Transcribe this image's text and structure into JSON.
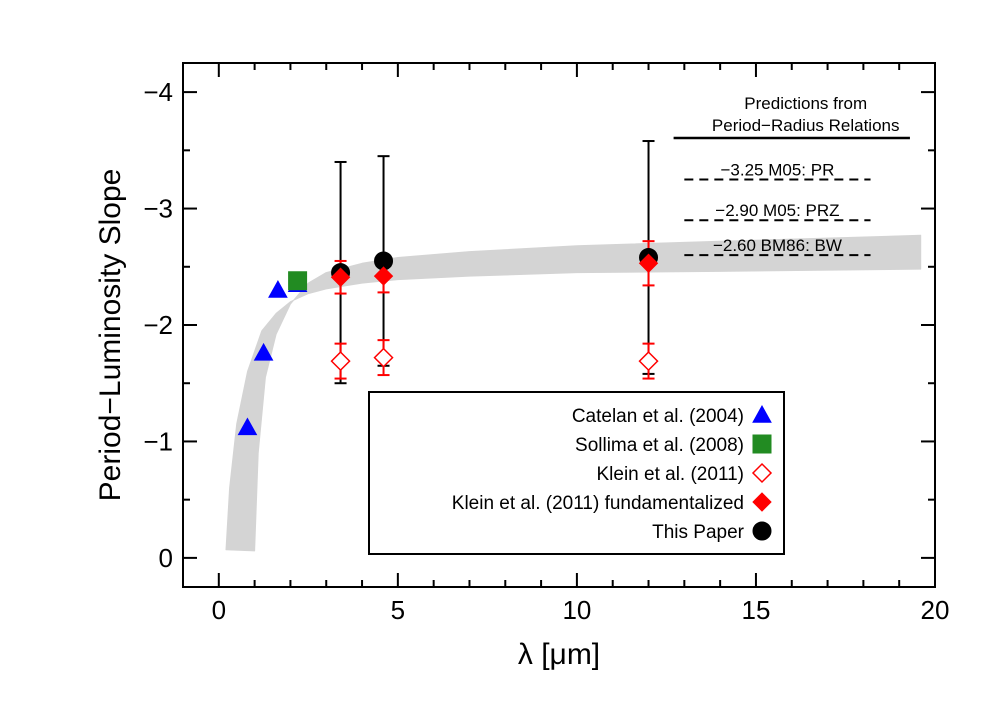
{
  "chart_data": {
    "type": "scatter",
    "xlabel": "λ [μm]",
    "ylabel": "Period−Luminosity Slope",
    "xlim": [
      -1,
      20
    ],
    "ylim": [
      0.25,
      -4.25
    ],
    "y_inverted": true,
    "x_ticks": [
      0,
      5,
      10,
      15,
      20
    ],
    "x_tick_labels": [
      "0",
      "5",
      "10",
      "15",
      "20"
    ],
    "y_ticks": [
      0,
      -1,
      -2,
      -3,
      -4
    ],
    "y_tick_labels": [
      "0",
      "−1",
      "−2",
      "−3",
      "−4"
    ],
    "band": {
      "color": "#d4d4d4",
      "lower_x": [
        0.2,
        0.3,
        0.5,
        0.8,
        1.2,
        1.6,
        2.0,
        2.5,
        3.0,
        4.0,
        5.0,
        7.0,
        10.0,
        14.0,
        19.6
      ],
      "lower_y": [
        -0.07,
        -0.6,
        -1.15,
        -1.6,
        -1.95,
        -2.1,
        -2.2,
        -2.27,
        -2.31,
        -2.36,
        -2.39,
        -2.42,
        -2.45,
        -2.46,
        -2.48
      ],
      "upper_x": [
        1.0,
        1.1,
        1.3,
        1.6,
        2.0,
        2.5,
        3.0,
        4.0,
        5.0,
        7.0,
        10.0,
        14.0,
        19.6
      ],
      "upper_y": [
        -0.06,
        -0.9,
        -1.55,
        -1.92,
        -2.18,
        -2.36,
        -2.45,
        -2.53,
        -2.58,
        -2.63,
        -2.68,
        -2.72,
        -2.77
      ]
    },
    "series": [
      {
        "name": "Catelan et al. (2004)",
        "marker": "triangle",
        "color": "#0000ff",
        "filled": true,
        "points": [
          {
            "x": 0.8,
            "y": -1.12
          },
          {
            "x": 1.25,
            "y": -1.76
          },
          {
            "x": 1.65,
            "y": -2.3
          },
          {
            "x": 2.2,
            "y": -2.35
          }
        ]
      },
      {
        "name": "Sollima et al. (2008)",
        "marker": "square",
        "color": "#228b22",
        "filled": true,
        "points": [
          {
            "x": 2.2,
            "y": -2.38
          }
        ]
      },
      {
        "name": "Klein et al. (2011)",
        "marker": "diamond",
        "color": "#ff0000",
        "filled": false,
        "points": [
          {
            "x": 3.4,
            "y": -1.69,
            "err": 0.15
          },
          {
            "x": 4.6,
            "y": -1.72,
            "err": 0.15
          },
          {
            "x": 12.0,
            "y": -1.69,
            "err": 0.15
          }
        ]
      },
      {
        "name": "Klein et al. (2011) fundamentalized",
        "marker": "diamond",
        "color": "#ff0000",
        "filled": true,
        "points": [
          {
            "x": 3.4,
            "y": -2.41,
            "err": 0.14
          },
          {
            "x": 4.6,
            "y": -2.42,
            "err": 0.14
          },
          {
            "x": 12.0,
            "y": -2.53,
            "err": 0.19
          }
        ]
      },
      {
        "name": "This Paper",
        "marker": "circle",
        "color": "#000000",
        "filled": true,
        "points": [
          {
            "x": 3.4,
            "y": -2.45,
            "err": 0.95
          },
          {
            "x": 4.6,
            "y": -2.55,
            "err": 0.9
          },
          {
            "x": 12.0,
            "y": -2.58,
            "err": 1.0
          }
        ]
      }
    ],
    "predictions": {
      "title_line1": "Predictions from",
      "title_line2": "Period−Radius Relations",
      "x_range": [
        13.0,
        18.2
      ],
      "lines": [
        {
          "value": -3.25,
          "label": "−3.25 M05: PR"
        },
        {
          "value": -2.9,
          "label": "−2.90 M05: PRZ"
        },
        {
          "value": -2.6,
          "label": "−2.60 BM86: BW"
        }
      ]
    },
    "legend_position": "bottom-right"
  }
}
